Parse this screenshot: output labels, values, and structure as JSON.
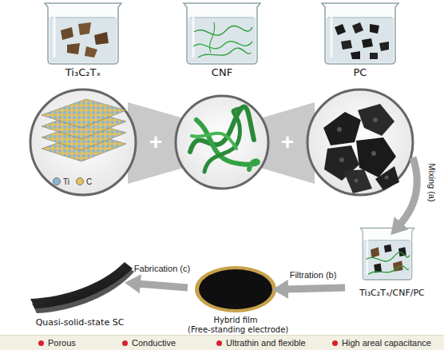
{
  "diagram": {
    "nodes": [
      {
        "text": [
          "Ti₃C₂Tₓ"
        ]
      },
      {
        "text": [
          "CNF"
        ]
      },
      {
        "text": [
          "PC"
        ]
      },
      {
        "text": [
          "Ti₃C₂Tₓ/CNF/PC"
        ]
      },
      {
        "text": [
          "Hybrid film",
          "(Free-standing electrode)"
        ]
      },
      {
        "text": [
          "Quasi-solid-state SC"
        ]
      },
      {
        "text": [
          "Porous",
          "Conductive",
          "Ultrathin and flexible",
          "High areal capacitance"
        ]
      }
    ],
    "edges": [
      {
        "from": 2,
        "to": 3,
        "arrow": "to",
        "label": "Mixing (a)"
      },
      {
        "from": 3,
        "to": 4,
        "arrow": "to",
        "label": "Filtration (b)"
      },
      {
        "from": 4,
        "to": 5,
        "arrow": "to",
        "label": "Fabrication (c)"
      }
    ],
    "labels": [
      "+",
      "+"
    ],
    "legend": [
      {
        "text": "Ti",
        "color": "#8ab6d6"
      },
      {
        "text": "C",
        "color": "#e6c15a"
      }
    ]
  }
}
